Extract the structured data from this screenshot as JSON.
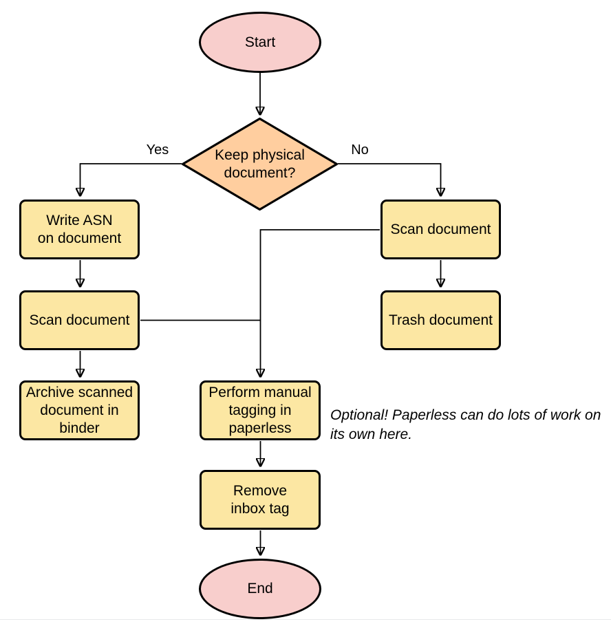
{
  "diagram": {
    "nodes": {
      "start": {
        "label": "Start",
        "type": "terminal"
      },
      "decision": {
        "label": "Keep physical\ndocument?",
        "type": "decision"
      },
      "write_asn": {
        "label": "Write ASN\non document",
        "type": "process"
      },
      "scan_left": {
        "label": "Scan document",
        "type": "process"
      },
      "archive": {
        "label": "Archive scanned\ndocument in\nbinder",
        "type": "process"
      },
      "scan_right": {
        "label": "Scan document",
        "type": "process"
      },
      "trash": {
        "label": "Trash document",
        "type": "process"
      },
      "tagging": {
        "label": "Perform manual\ntagging in\npaperless",
        "type": "process"
      },
      "remove_inbox": {
        "label": "Remove\ninbox tag",
        "type": "process"
      },
      "end": {
        "label": "End",
        "type": "terminal"
      }
    },
    "edge_labels": {
      "yes": "Yes",
      "no": "No"
    },
    "annotation": {
      "text": "Optional! Paperless can do lots of work on\nits own here."
    },
    "colors": {
      "terminal_fill": "#F8CECC",
      "decision_fill": "#FFCE9F",
      "process_fill": "#FCE7A3",
      "stroke": "#000000",
      "text": "#000000"
    }
  }
}
